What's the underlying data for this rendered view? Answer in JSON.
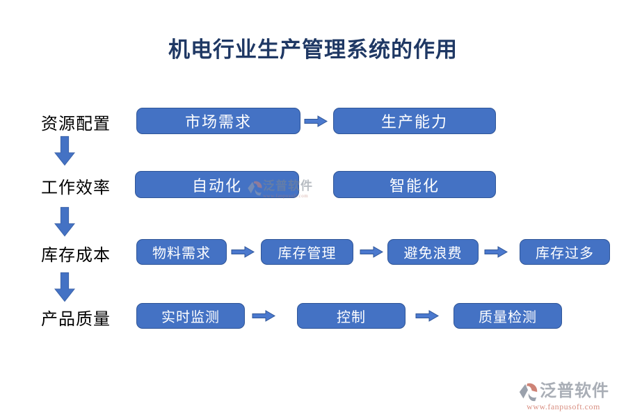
{
  "title": "机电行业生产管理系统的作用",
  "rows": [
    {
      "label": "资源配置",
      "boxes": [
        "市场需求",
        "生产能力"
      ]
    },
    {
      "label": "工作效率",
      "boxes": [
        "自动化",
        "智能化"
      ]
    },
    {
      "label": "库存成本",
      "boxes": [
        "物料需求",
        "库存管理",
        "避免浪费",
        "库存过多"
      ]
    },
    {
      "label": "产品质量",
      "boxes": [
        "实时监测",
        "控制",
        "质量检测"
      ]
    }
  ],
  "watermark": {
    "brand": "泛普软件",
    "url": "www.fanpusoft.com"
  },
  "icons": {
    "down_arrow": "down-block-arrow",
    "right_arrow": "right-block-arrow",
    "logo": "fanpu-logo"
  },
  "colors": {
    "box_fill": "#4472C4",
    "box_border": "#2F5597",
    "arrow_fill": "#4472C4",
    "title_text": "#1F3864",
    "label_text": "#000000",
    "box_text": "#FFFFFF",
    "watermark_brand": "#A9AEB6",
    "watermark_url": "#D98F82"
  }
}
